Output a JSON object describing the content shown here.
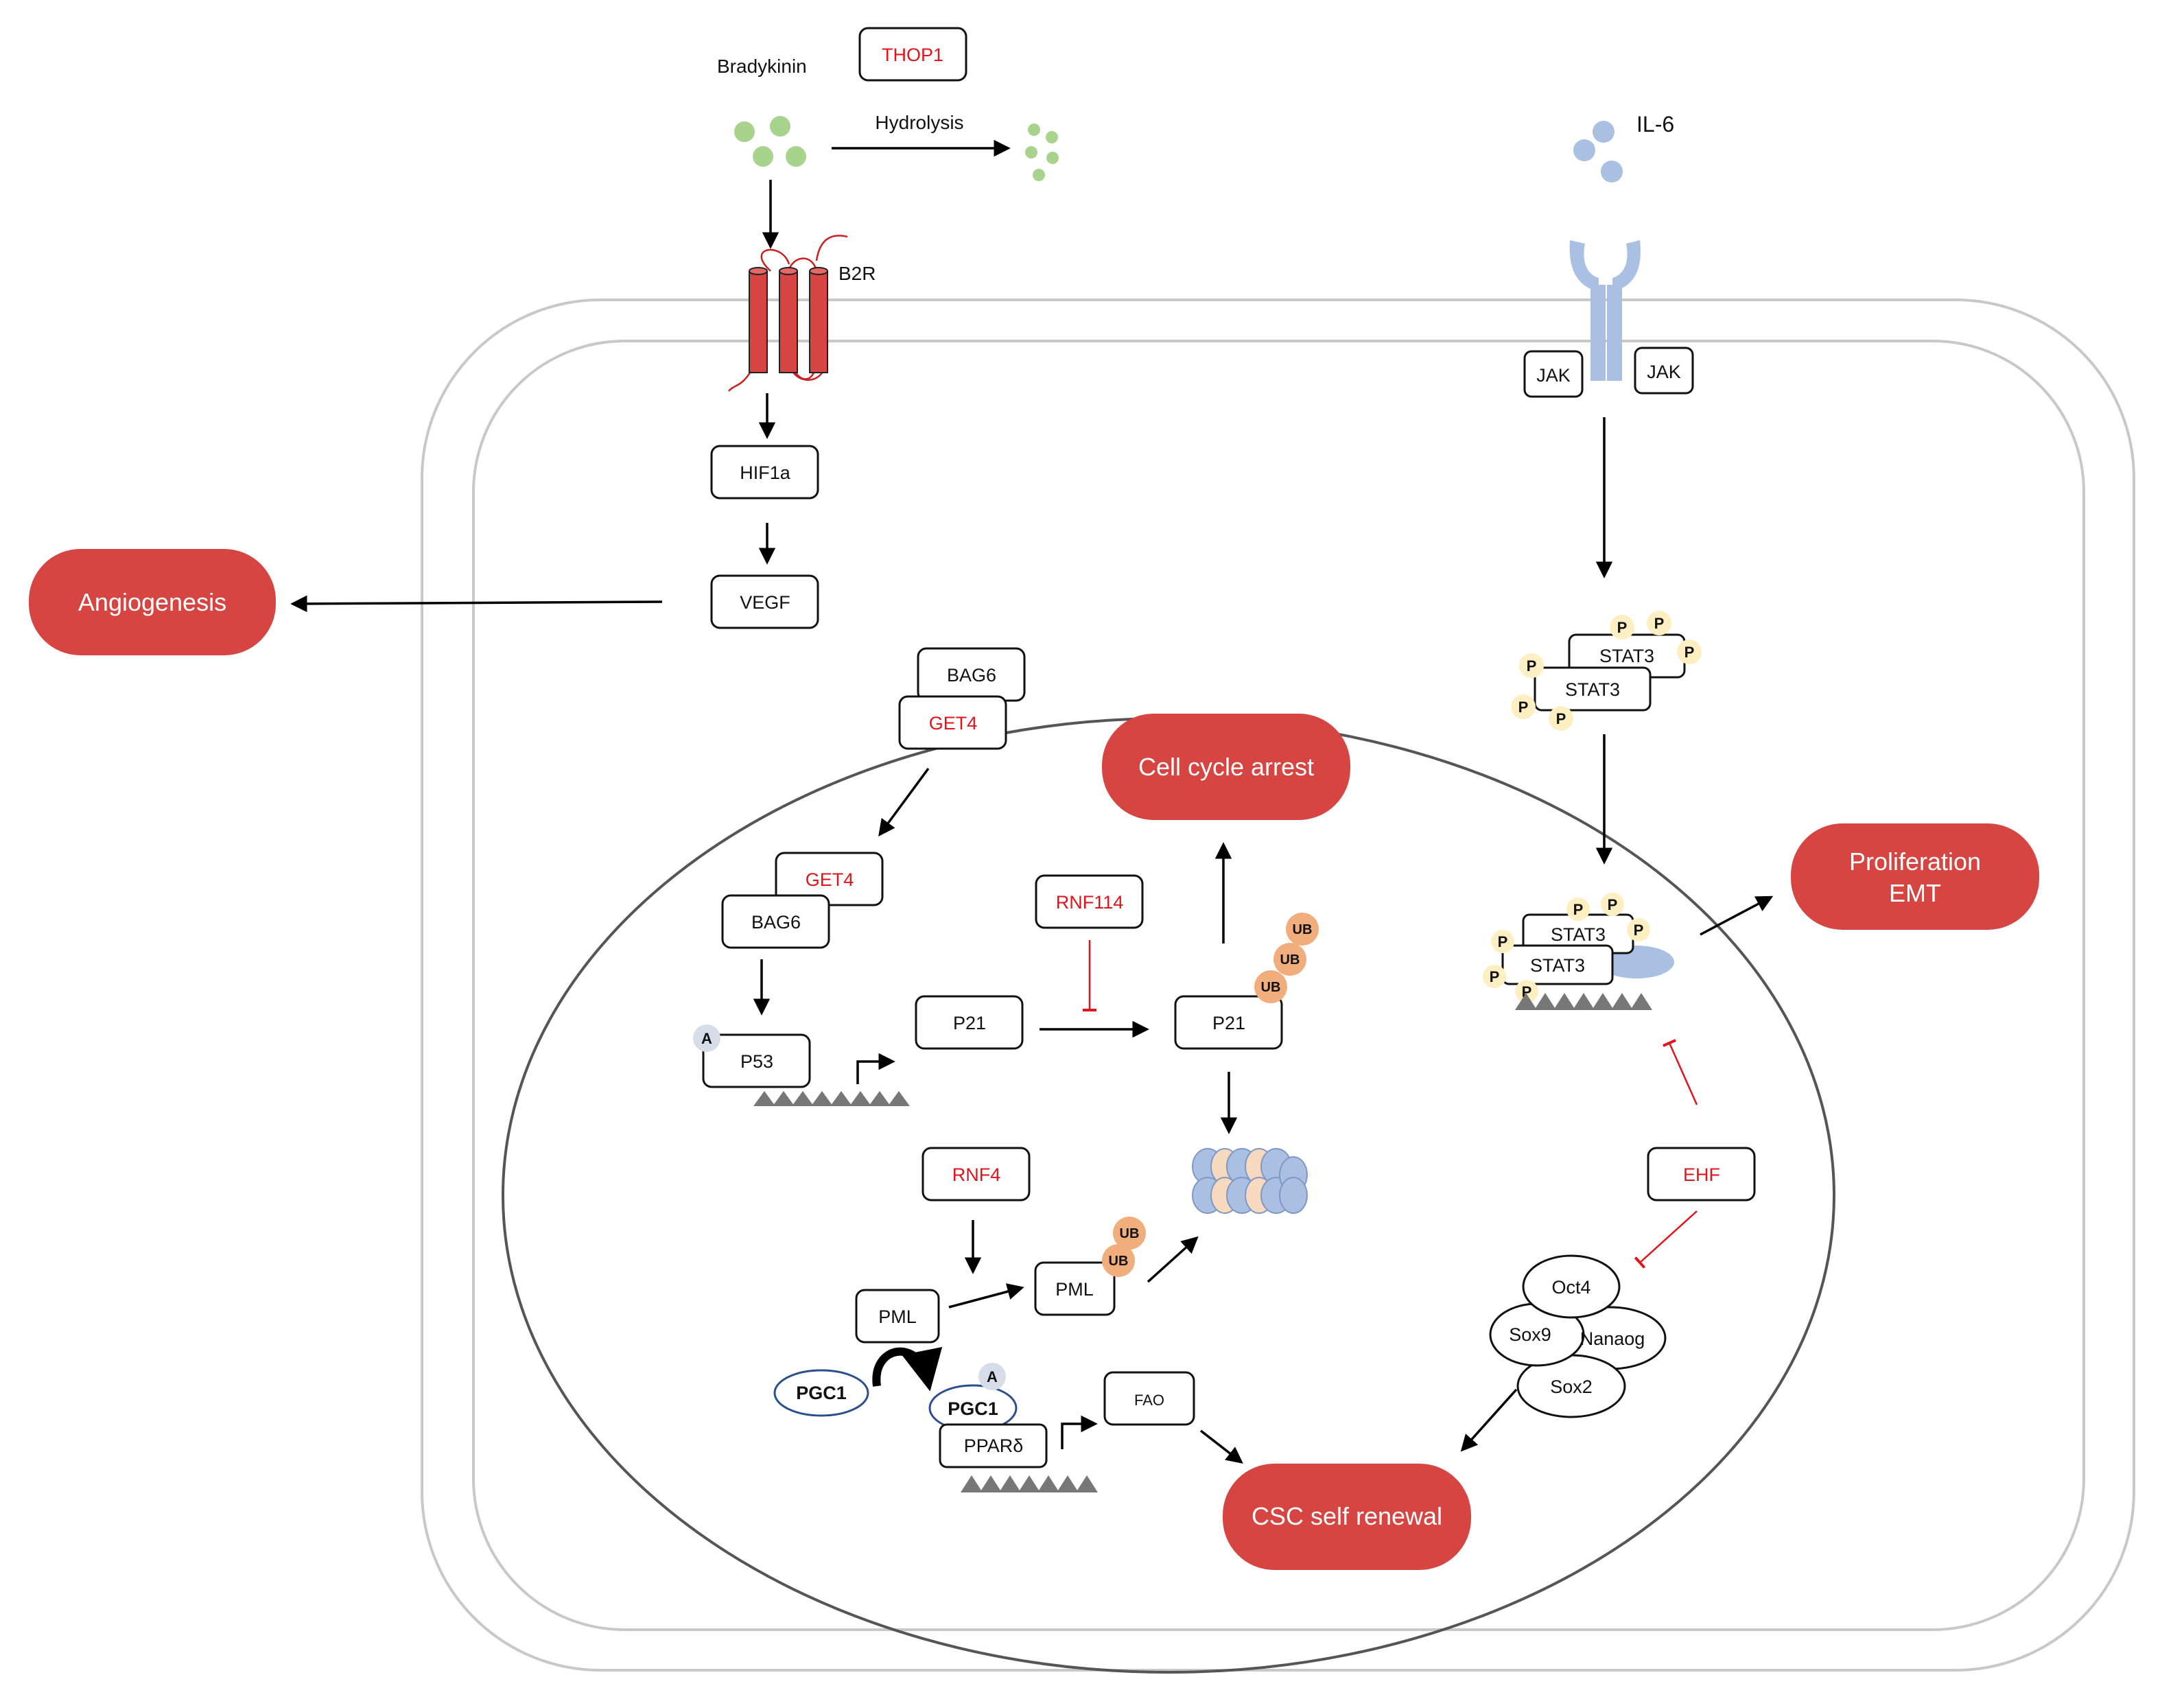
{
  "colors": {
    "pathway_red": "#d64541",
    "regulator_text_red": "#e0141b",
    "bradykinin_green": "#a8d38d",
    "il6_blue": "#a9c0e2",
    "phospho_yellow": "#fdefc2",
    "ubiquitin_orange": "#f1ad7c",
    "acetyl_grey": "#d7dde8",
    "proteasome_blue": "#a9c0e2",
    "proteasome_peach": "#f7d9bf",
    "membrane_grey": "#c8c8c8",
    "nucleus_grey": "#555555",
    "pgc1_outline": "#2b4f8e"
  },
  "extracellular": {
    "bradykinin": "Bradykinin",
    "thop1": "THOP1",
    "hydrolysis": "Hydrolysis",
    "il6": "IL-6"
  },
  "membrane": {
    "b2r": "B2R",
    "jak_left": "JAK",
    "jak_right": "JAK"
  },
  "cytoplasm": {
    "hif1a": "HIF1a",
    "vegf": "VEGF",
    "bag6_top": "BAG6",
    "get4_top": "GET4",
    "stat3_upper": "STAT3",
    "stat3_lower": "STAT3"
  },
  "nucleus": {
    "get4": "GET4",
    "bag6": "BAG6",
    "acetyl": "A",
    "p53": "P53",
    "p21_left": "P21",
    "rnf114": "RNF114",
    "p21_right": "P21",
    "ub": "UB",
    "rnf4": "RNF4",
    "pml_left": "PML",
    "pml_right": "PML",
    "pgc1_left": "PGC1",
    "pgc1_right": "PGC1",
    "ppard": "PPARδ",
    "fao": "FAO",
    "stat3_upper": "STAT3",
    "stat3_lower": "STAT3",
    "phospho": "P",
    "ehf": "EHF",
    "oct4": "Oct4",
    "sox9": "Sox9",
    "nanaog": "Nanaog",
    "sox2": "Sox2"
  },
  "outcomes": {
    "angiogenesis": "Angiogenesis",
    "cell_cycle_arrest": "Cell cycle arrest",
    "proliferation": "Proliferation",
    "emt": "EMT",
    "csc_self_renewal": "CSC self renewal"
  }
}
